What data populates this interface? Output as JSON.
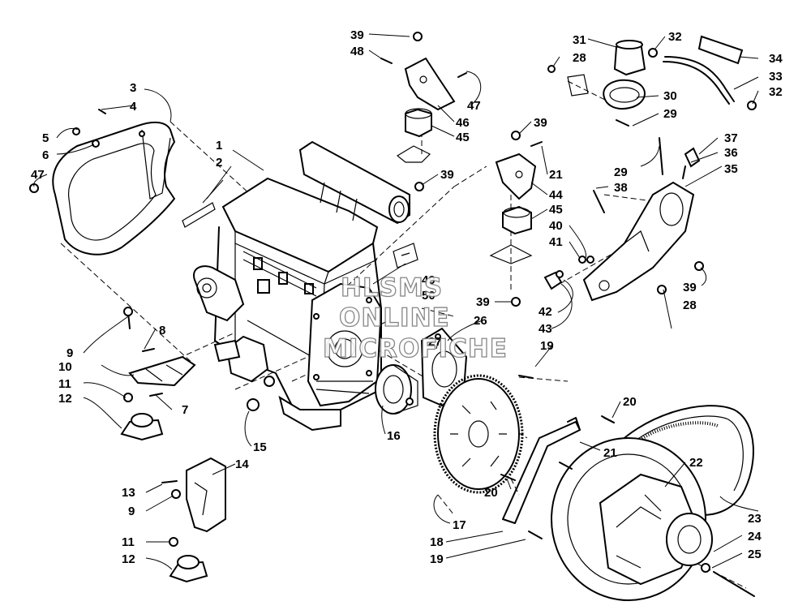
{
  "watermark": {
    "line1": "HLSMS",
    "line2": "ONLINE",
    "line3": "MICROFICHE"
  },
  "callouts": [
    "1",
    "2",
    "3",
    "4",
    "5",
    "6",
    "47",
    "7",
    "8",
    "9",
    "10",
    "11",
    "12",
    "13",
    "9",
    "11",
    "12",
    "14",
    "15",
    "16",
    "17",
    "18",
    "19",
    "20",
    "20",
    "21",
    "22",
    "23",
    "24",
    "25",
    "26",
    "27",
    "19",
    "39",
    "48",
    "47",
    "46",
    "45",
    "39",
    "39",
    "21",
    "44",
    "45",
    "40",
    "41",
    "42",
    "43",
    "39",
    "49",
    "50",
    "31",
    "32",
    "28",
    "34",
    "33",
    "32",
    "30",
    "29",
    "37",
    "36",
    "29",
    "38",
    "35",
    "39",
    "28"
  ]
}
